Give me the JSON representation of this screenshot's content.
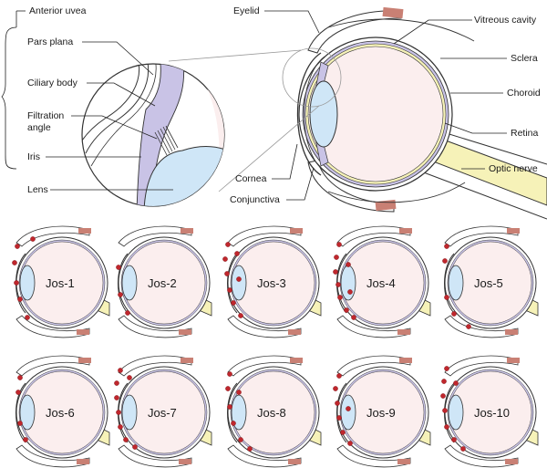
{
  "labels": {
    "anterior_uvea": "Anterior uvea",
    "pars_plana": "Pars plana",
    "ciliary_body": "Ciliary body",
    "filtration_angle_1": "Filtration",
    "filtration_angle_2": "angle",
    "iris": "Iris",
    "lens": "Lens",
    "eyelid": "Eyelid",
    "cornea": "Cornea",
    "conjunctiva": "Conjunctiva",
    "vitreous_cavity": "Vitreous cavity",
    "sclera": "Sclera",
    "choroid": "Choroid",
    "retina": "Retina",
    "optic_nerve": "Optic nerve"
  },
  "panels": [
    {
      "label": "Jos-1"
    },
    {
      "label": "Jos-2"
    },
    {
      "label": "Jos-3"
    },
    {
      "label": "Jos-4"
    },
    {
      "label": "Jos-5"
    },
    {
      "label": "Jos-6"
    },
    {
      "label": "Jos-7"
    },
    {
      "label": "Jos-8"
    },
    {
      "label": "Jos-9"
    },
    {
      "label": "Jos-10"
    }
  ],
  "colors": {
    "vitreous": "#fbeeee",
    "lens": "#cfe6f7",
    "uvea": "#c9c3e6",
    "retina_nerve": "#f6f2b8",
    "lesion": "#c0272d",
    "muscle": "#c98074",
    "line": "#333333"
  }
}
